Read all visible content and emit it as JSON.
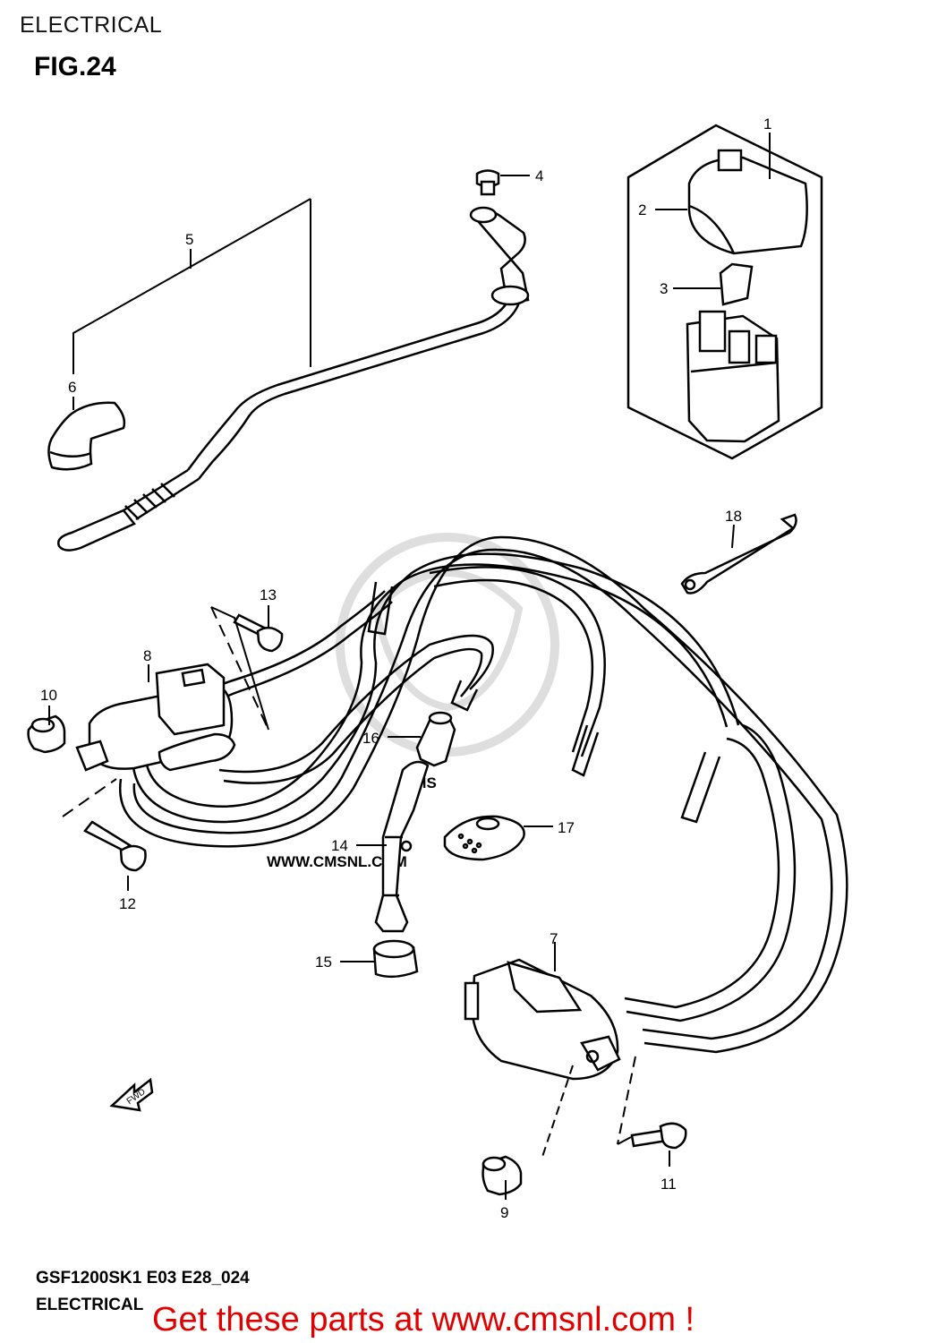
{
  "header": {
    "section_title": "ELECTRICAL"
  },
  "figure": {
    "label": "FIG.24"
  },
  "watermark": {
    "text_main": "CMS",
    "text_url": "WWW.CMSNL.COM",
    "color": "#d8d8d8"
  },
  "callouts": [
    {
      "id": "c1",
      "label": "1"
    },
    {
      "id": "c2",
      "label": "2"
    },
    {
      "id": "c3",
      "label": "3"
    },
    {
      "id": "c4",
      "label": "4"
    },
    {
      "id": "c5",
      "label": "5"
    },
    {
      "id": "c6",
      "label": "6"
    },
    {
      "id": "c7",
      "label": "7"
    },
    {
      "id": "c8",
      "label": "8"
    },
    {
      "id": "c9",
      "label": "9"
    },
    {
      "id": "c10",
      "label": "10"
    },
    {
      "id": "c11",
      "label": "11"
    },
    {
      "id": "c12",
      "label": "12"
    },
    {
      "id": "c13",
      "label": "13"
    },
    {
      "id": "c14",
      "label": "14"
    },
    {
      "id": "c15",
      "label": "15"
    },
    {
      "id": "c16",
      "label": "16"
    },
    {
      "id": "c17",
      "label": "17"
    },
    {
      "id": "c18",
      "label": "18"
    }
  ],
  "fwd_arrow": {
    "label": "FWD"
  },
  "footer": {
    "model_code": "GSF1200SK1 E03 E28_024",
    "section": "ELECTRICAL",
    "promo": "Get these parts at www.cmsnl.com !",
    "promo_color": "#e00000"
  }
}
